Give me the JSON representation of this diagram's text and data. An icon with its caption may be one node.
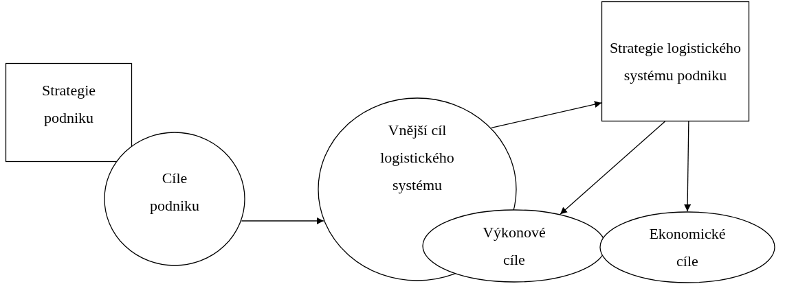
{
  "diagram": {
    "nodes": [
      {
        "text": [
          "Strategie podniku"
        ]
      },
      {
        "text": [
          "Cíle podniku"
        ]
      },
      {
        "text": [
          "Vnější cíl logistického systému"
        ]
      },
      {
        "text": [
          "Strategie logistického systému podniku"
        ]
      },
      {
        "text": [
          "Výkonové cíle"
        ]
      },
      {
        "text": [
          "Ekonomické cíle"
        ]
      }
    ],
    "edges": [
      {
        "from": 1,
        "to": 2,
        "arrow": "to"
      },
      {
        "from": 2,
        "to": 3,
        "arrow": "to"
      },
      {
        "from": 3,
        "to": 4,
        "arrow": "to"
      },
      {
        "from": 3,
        "to": 5,
        "arrow": "to"
      }
    ]
  }
}
